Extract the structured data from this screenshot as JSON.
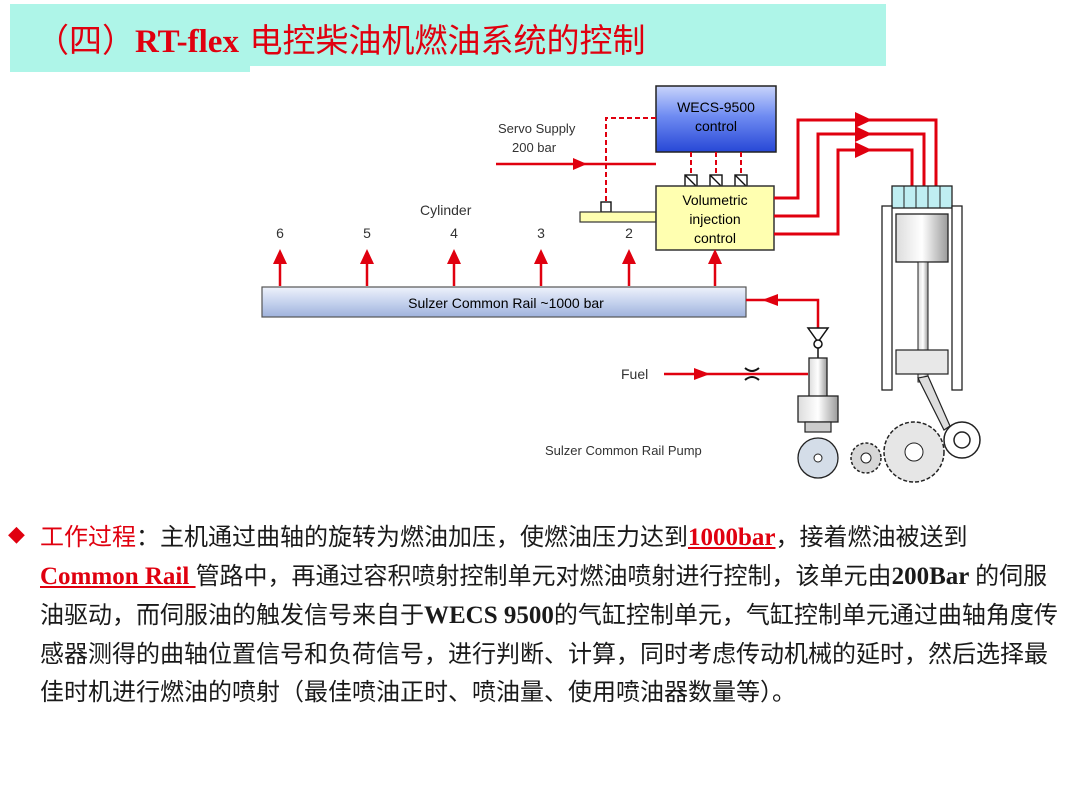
{
  "title": {
    "prefix": "（四）",
    "latin": "RT-flex",
    "rest": " 电控柴油机燃油系统的控制"
  },
  "diagram": {
    "wecs_line1": "WECS-9500",
    "wecs_line2": "control",
    "servo_line1": "Servo Supply",
    "servo_line2": "200 bar",
    "cylinder_label": "Cylinder",
    "cylinder_numbers": [
      "6",
      "5",
      "4",
      "3",
      "2"
    ],
    "vic_line1": "Volumetric",
    "vic_line2": "injection",
    "vic_line3": "control",
    "rail_label": "Sulzer Common Rail  ~1000 bar",
    "fuel_label": "Fuel",
    "pump_label": "Sulzer Common Rail Pump"
  },
  "paragraph": {
    "bullet": "◆",
    "lead": "工作过程",
    "colon": "：",
    "s1": "主机通过曲轴的旋转为燃油加压，使燃油压力达到",
    "pressure": "1000bar",
    "s2": "，接着燃油被送到",
    "rail_link": "Common Rail ",
    "s3": "管路中，再通过容积喷射控制单元对燃油喷射进行控制，该单元由",
    "servo_pressure": "200Bar ",
    "s4": "的伺服油驱动，而伺服油的触发信号来自于",
    "wecs": "WECS 9500",
    "s5": "的气缸控制单元，气缸控制单元通过曲轴角度传感器测得的曲轴位置信号和负荷信号，进行判断、计算，同时考虑传动机械的延时，然后选择最佳时机进行燃油的喷射（最佳喷油正时、喷油量、使用喷油器数量等）。"
  },
  "colors": {
    "accent_red": "#e0000f",
    "title_bg": "#aef5e8",
    "wecs_blue": "#3f63e6",
    "vic_yellow": "#ffffb0",
    "rail_blue": "#c9d6f2"
  }
}
